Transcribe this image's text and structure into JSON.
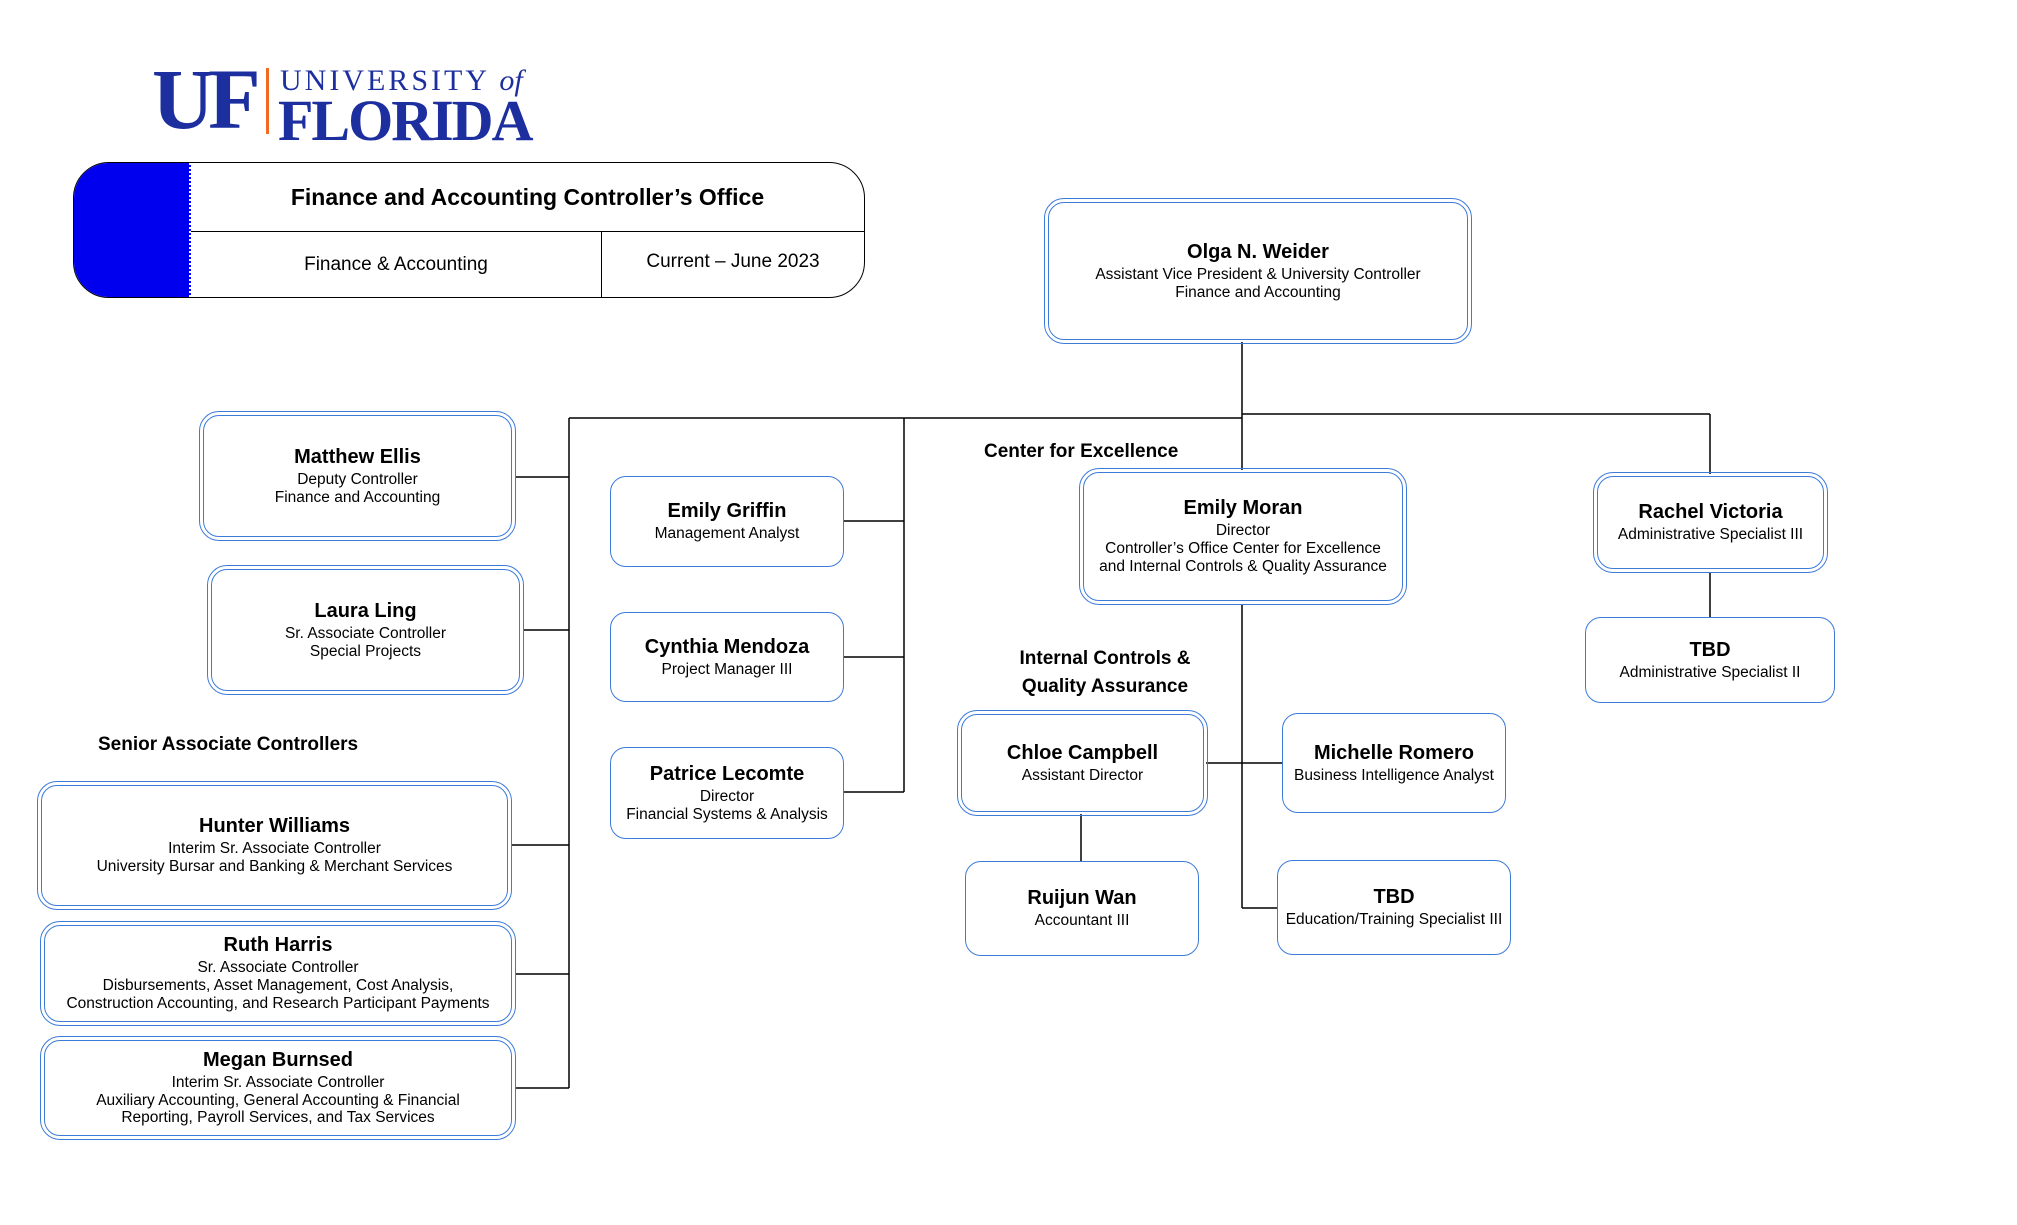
{
  "logo": {
    "uf": "UF",
    "university": "UNIVERSITY",
    "of": "of",
    "florida": "FLORIDA"
  },
  "title": {
    "heading": "Finance and Accounting Controller’s Office",
    "department": "Finance & Accounting",
    "date": "Current – June 2023",
    "accent_color": "#0000ee"
  },
  "section_labels": {
    "center_excellence": "Center for Excellence",
    "internal_controls": "Internal Controls & Quality Assurance",
    "senior_associates": "Senior Associate Controllers"
  },
  "people": {
    "weider": {
      "name": "Olga N. Weider",
      "lines": [
        "Assistant Vice President & University Controller",
        "Finance and Accounting"
      ]
    },
    "ellis": {
      "name": "Matthew Ellis",
      "lines": [
        "Deputy Controller",
        "Finance and Accounting"
      ]
    },
    "ling": {
      "name": "Laura Ling",
      "lines": [
        "Sr. Associate Controller",
        "Special Projects"
      ]
    },
    "williams": {
      "name": "Hunter Williams",
      "lines": [
        "Interim Sr. Associate Controller",
        "University Bursar and Banking & Merchant Services"
      ]
    },
    "harris": {
      "name": "Ruth Harris",
      "lines": [
        "Sr. Associate Controller",
        "Disbursements, Asset Management, Cost Analysis,",
        "Construction Accounting, and Research Participant Payments"
      ]
    },
    "burnsed": {
      "name": "Megan Burnsed",
      "lines": [
        "Interim Sr. Associate Controller",
        "Auxiliary Accounting, General Accounting & Financial",
        "Reporting, Payroll Services, and Tax Services"
      ]
    },
    "griffin": {
      "name": "Emily Griffin",
      "lines": [
        "Management Analyst"
      ]
    },
    "mendoza": {
      "name": "Cynthia Mendoza",
      "lines": [
        "Project Manager III"
      ]
    },
    "lecomte": {
      "name": "Patrice Lecomte",
      "lines": [
        "Director",
        "Financial Systems & Analysis"
      ]
    },
    "moran": {
      "name": "Emily Moran",
      "lines": [
        "Director",
        "Controller’s Office Center for Excellence",
        "and Internal Controls & Quality Assurance"
      ]
    },
    "campbell": {
      "name": "Chloe Campbell",
      "lines": [
        "Assistant Director"
      ]
    },
    "romero": {
      "name": "Michelle Romero",
      "lines": [
        "Business Intelligence Analyst"
      ]
    },
    "wan": {
      "name": "Ruijun Wan",
      "lines": [
        "Accountant III"
      ]
    },
    "tbd_training": {
      "name": "TBD",
      "lines": [
        "Education/Training Specialist III"
      ]
    },
    "victoria": {
      "name": "Rachel Victoria",
      "lines": [
        "Administrative Specialist III"
      ]
    },
    "tbd_admin": {
      "name": "TBD",
      "lines": [
        "Administrative Specialist II"
      ]
    }
  },
  "colors": {
    "box_border": "#3d7bd9",
    "logo_blue": "#1d2e9f",
    "logo_orange": "#f26a21"
  }
}
